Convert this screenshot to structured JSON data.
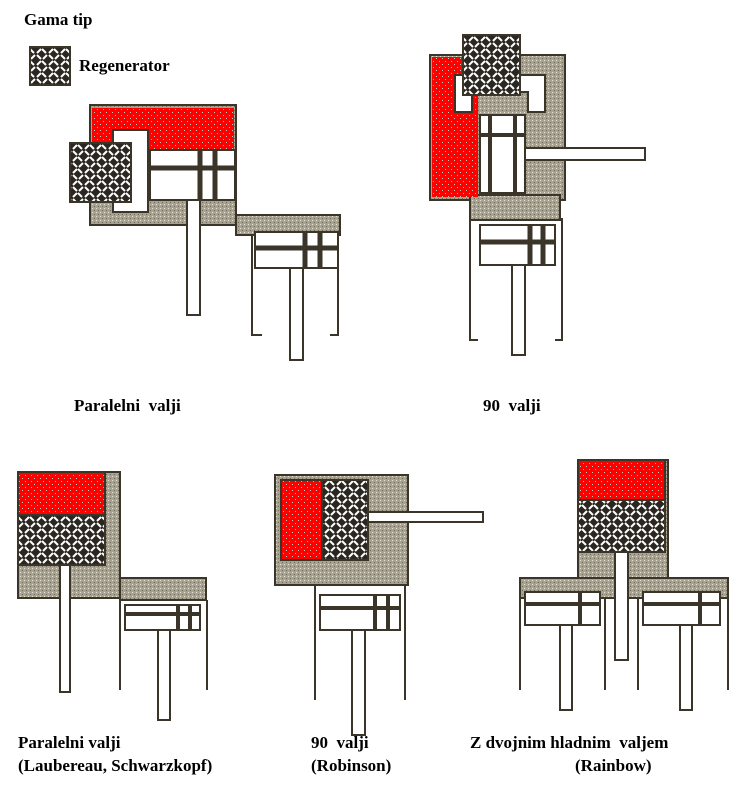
{
  "title": "Gama tip",
  "legend": {
    "label": "Regenerator",
    "icon": "regenerator-hatch-icon"
  },
  "diagrams": [
    {
      "label": "Paralelni  valji"
    },
    {
      "label": "90  valji"
    },
    {
      "label": "Paralelni valji",
      "sublabel": "(Laubereau, Schwarzkopf)"
    },
    {
      "label": "90  valji",
      "sublabel": "(Robinson)"
    },
    {
      "label": "Z dvojnim hladnim  valjem",
      "sublabel": "(Rainbow)"
    }
  ],
  "colors": {
    "hot": "#ff0000",
    "cold_gas": "#a8a290",
    "outline": "#3a3528",
    "regenerator": "#2a2620"
  }
}
